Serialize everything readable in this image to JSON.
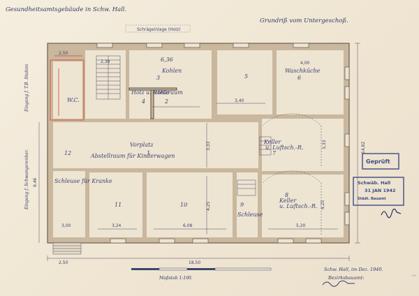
{
  "header": {
    "title": "Gesundheitsamtsgebäude in Schw. Hall.",
    "subtitle": "Grundriß vom Untergeschoß."
  },
  "notes": {
    "pencil_top": "Schrägeinlage (Holz)"
  },
  "rooms": {
    "kohlen": "Kohlen",
    "num_1": "1",
    "num_2": "2",
    "num_3": "3",
    "num_4": "4",
    "num_5": "5",
    "num_6": "6",
    "num_7": "7",
    "num_8": "8",
    "num_9": "9",
    "num_10": "10",
    "num_11": "11",
    "num_12": "12",
    "holz_kohle": "Holz u. Kohle",
    "heizraum": "Heizraum",
    "waschkueche": "Waschküche",
    "wc": "W.C.",
    "vorplatz": "Vorplatz",
    "abstellraum": "Abstellraum für Kinderwagen",
    "keller": "Keller",
    "luftsch": "u. Luftsch.-R.",
    "schleuse": "Schleuse",
    "schleuse_left": "Schleuse für Kranke"
  },
  "labels": {
    "side_top": "Eingang f. T.B. Station",
    "side_bottom": "Eingang f. Schwangerenber.",
    "scale": "Maßstab 1:100."
  },
  "dims": {
    "total_width": "18,50",
    "left_width": "2,50",
    "total_height": "14,82",
    "left_height": "9,46",
    "r3_width": "6,36",
    "r5_width": "3,40",
    "r6_width": "4,00",
    "stair_width": "2,38",
    "wc_width": "2,50",
    "r11_width": "3,24",
    "r10_width": "6,08",
    "r8_width": "5,20",
    "entrance_width": "3,00",
    "vorplatz_height": "3,33",
    "r10_height": "4,25",
    "r7_height": "3,33",
    "r8_height": "4,25"
  },
  "stamps": {
    "geprueft": "Geprüft",
    "place": "Schwäb. Hall",
    "date": "31 JAN 1942",
    "office": "Städt. Bauamt"
  },
  "footer": {
    "place_date": "Schw. Hall, im Dez. 1940.",
    "office": "Bezirksbauamt:"
  }
}
